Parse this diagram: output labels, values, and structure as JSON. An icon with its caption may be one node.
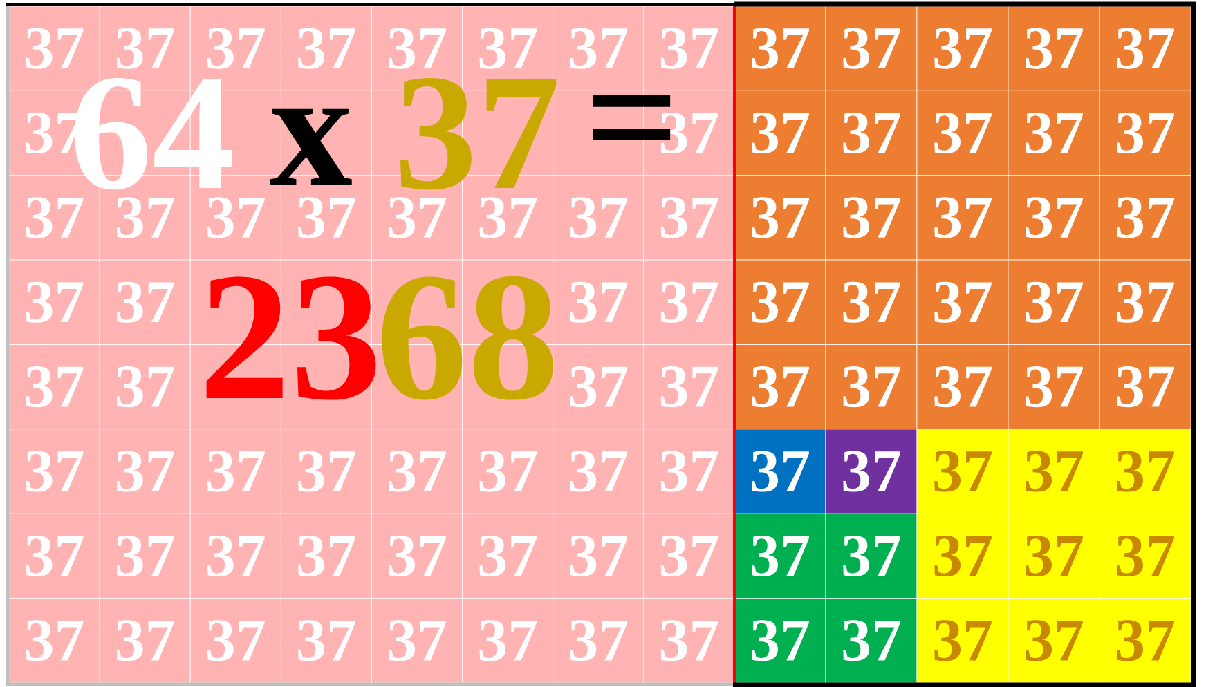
{
  "diagram": {
    "nodes": [
      {
        "text": [
          "37"
        ]
      },
      {
        "text": [
          "37"
        ]
      },
      {
        "text": [
          "37"
        ]
      },
      {
        "text": [
          "37"
        ]
      },
      {
        "text": [
          "37"
        ]
      },
      {
        "text": [
          "37"
        ]
      },
      {
        "text": [
          "37"
        ]
      },
      {
        "text": [
          "37"
        ]
      },
      {
        "text": [
          "37"
        ]
      },
      {
        "text": [
          "37"
        ]
      },
      {
        "text": [
          "37"
        ]
      },
      {
        "text": [
          "37"
        ]
      },
      {
        "text": [
          "37"
        ]
      },
      {
        "text": [
          "37"
        ]
      },
      {
        "text": [],
        "shape": "box"
      },
      {
        "text": [],
        "shape": "box"
      },
      {
        "text": [],
        "shape": "box"
      },
      {
        "text": [],
        "shape": "box"
      },
      {
        "text": [],
        "shape": "box"
      },
      {
        "text": [],
        "shape": "box"
      },
      {
        "text": [
          "37"
        ]
      },
      {
        "text": [
          "37"
        ]
      },
      {
        "text": [
          "37"
        ]
      },
      {
        "text": [
          "37"
        ]
      },
      {
        "text": [
          "37"
        ]
      },
      {
        "text": [
          "37"
        ]
      },
      {
        "text": [
          "37"
        ]
      },
      {
        "text": [
          "37"
        ]
      },
      {
        "text": [
          "37"
        ]
      },
      {
        "text": [
          "37"
        ]
      },
      {
        "text": [
          "37"
        ]
      },
      {
        "text": [
          "37"
        ]
      },
      {
        "text": [
          "37"
        ]
      },
      {
        "text": [
          "37"
        ]
      },
      {
        "text": [
          "37"
        ]
      },
      {
        "text": [
          "37"
        ]
      },
      {
        "text": [
          "37"
        ]
      },
      {
        "text": [
          "37"
        ]
      },
      {
        "text": [
          "37"
        ]
      },
      {
        "text": [
          "37"
        ]
      },
      {
        "text": [
          "37"
        ]
      },
      {
        "text": [],
        "shape": "box"
      },
      {
        "text": [],
        "shape": "box"
      },
      {
        "text": [],
        "shape": "box"
      },
      {
        "text": [],
        "shape": "box"
      },
      {
        "text": [
          "37"
        ]
      },
      {
        "text": [
          "37"
        ]
      },
      {
        "text": [
          "37"
        ]
      },
      {
        "text": [
          "37"
        ]
      },
      {
        "text": [
          "37"
        ]
      },
      {
        "text": [
          "37"
        ]
      },
      {
        "text": [
          "37"
        ]
      },
      {
        "text": [
          "37"
        ]
      },
      {
        "text": [
          "37"
        ]
      },
      {
        "text": [],
        "shape": "box"
      },
      {
        "text": [],
        "shape": "box"
      },
      {
        "text": [],
        "shape": "box"
      },
      {
        "text": [],
        "shape": "box"
      },
      {
        "text": [
          "37"
        ]
      },
      {
        "text": [
          "37"
        ]
      },
      {
        "text": [
          "37"
        ]
      },
      {
        "text": [
          "37"
        ]
      },
      {
        "text": [
          "37"
        ]
      },
      {
        "text": [
          "37"
        ]
      },
      {
        "text": [
          "37"
        ]
      },
      {
        "text": [
          "37"
        ]
      },
      {
        "text": [
          "37"
        ]
      },
      {
        "text": [
          "37"
        ]
      },
      {
        "text": [
          "37"
        ]
      },
      {
        "text": [
          "37"
        ]
      },
      {
        "text": [
          "37"
        ]
      },
      {
        "text": [
          "37"
        ]
      },
      {
        "text": [
          "37"
        ]
      },
      {
        "text": [
          "37"
        ]
      },
      {
        "text": [
          "37"
        ]
      },
      {
        "text": [
          "37"
        ]
      },
      {
        "text": [
          "37"
        ]
      },
      {
        "text": [
          "37"
        ]
      },
      {
        "text": [
          "37"
        ]
      },
      {
        "text": [
          "37"
        ]
      },
      {
        "text": [
          "37"
        ]
      },
      {
        "text": [
          "37"
        ]
      },
      {
        "text": [
          "37"
        ]
      },
      {
        "text": [
          "37"
        ]
      },
      {
        "text": [
          "37"
        ]
      },
      {
        "text": [
          "37"
        ]
      },
      {
        "text": [
          "37"
        ]
      },
      {
        "text": [
          "37"
        ]
      },
      {
        "text": [
          "37"
        ]
      },
      {
        "text": [
          "37"
        ]
      },
      {
        "text": [
          "37"
        ]
      },
      {
        "text": [
          "37"
        ]
      },
      {
        "text": [
          "37"
        ]
      },
      {
        "text": [
          "37"
        ]
      },
      {
        "text": [
          "37"
        ]
      },
      {
        "text": [
          "37"
        ]
      },
      {
        "text": [
          "37"
        ]
      },
      {
        "text": [
          "37"
        ]
      },
      {
        "text": [
          "37"
        ]
      },
      {
        "text": [
          "37"
        ]
      },
      {
        "text": [
          "37"
        ]
      },
      {
        "text": [
          "37"
        ]
      },
      {
        "text": [
          "37"
        ]
      },
      {
        "text": [
          "37"
        ]
      }
    ],
    "labels": [
      "64",
      "x",
      "37",
      "=",
      "23",
      "68"
    ]
  }
}
